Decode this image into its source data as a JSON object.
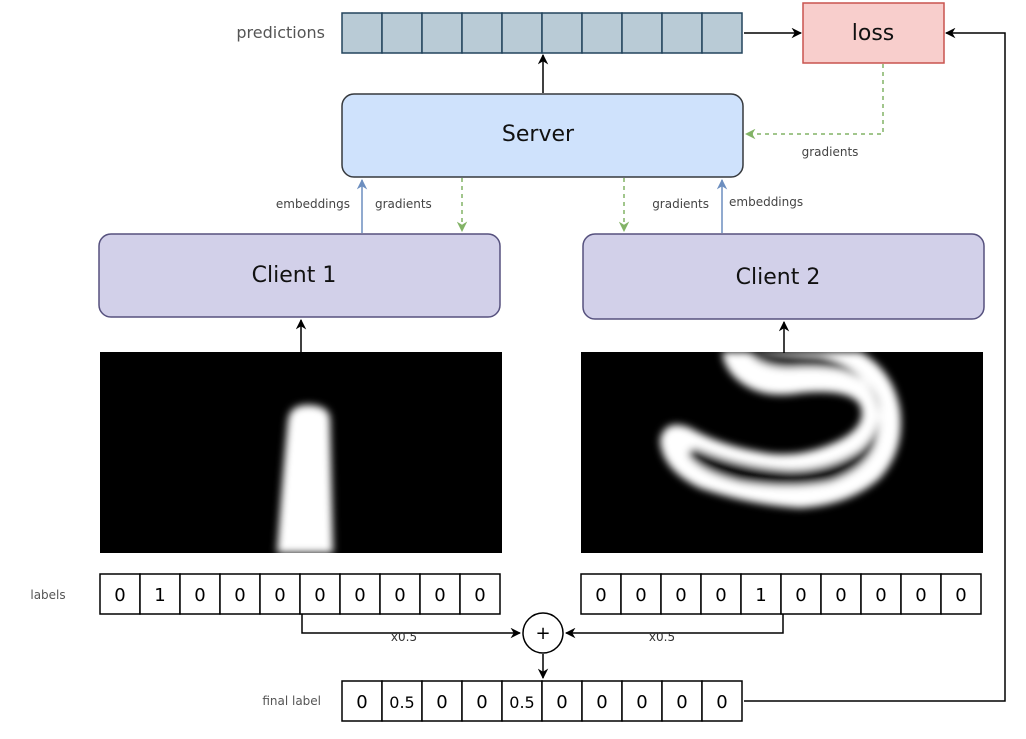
{
  "predictions_label": "predictions",
  "loss_label": "loss",
  "server_label": "Server",
  "client1_label": "Client 1",
  "client2_label": "Client 2",
  "edge_labels": {
    "loss_gradients": "gradients",
    "c1_embeddings": "embeddings",
    "c1_gradients": "gradients",
    "c2_gradients": "gradients",
    "c2_embeddings": "embeddings",
    "scale_left": "x0.5",
    "scale_right": "x0.5"
  },
  "sum_symbol": "+",
  "labels_row_label": "labels",
  "final_label_row_label": "final label",
  "client1_labels": [
    "0",
    "1",
    "0",
    "0",
    "0",
    "0",
    "0",
    "0",
    "0",
    "0"
  ],
  "client2_labels": [
    "0",
    "0",
    "0",
    "0",
    "1",
    "0",
    "0",
    "0",
    "0",
    "0"
  ],
  "final_labels": [
    "0",
    "0.5",
    "0",
    "0",
    "0.5",
    "0",
    "0",
    "0",
    "0",
    "0"
  ],
  "prediction_cells": 10,
  "colors": {
    "server_fill": "#cfe2fc",
    "client_fill": "#d2d0e9",
    "loss_fill": "#f8cecc",
    "loss_stroke": "#c9544f",
    "prediction_fill": "#b9cbd6",
    "prediction_stroke": "#23445d",
    "embeddings_arrow": "#6c8ebf",
    "gradients_arrow": "#82b366"
  }
}
